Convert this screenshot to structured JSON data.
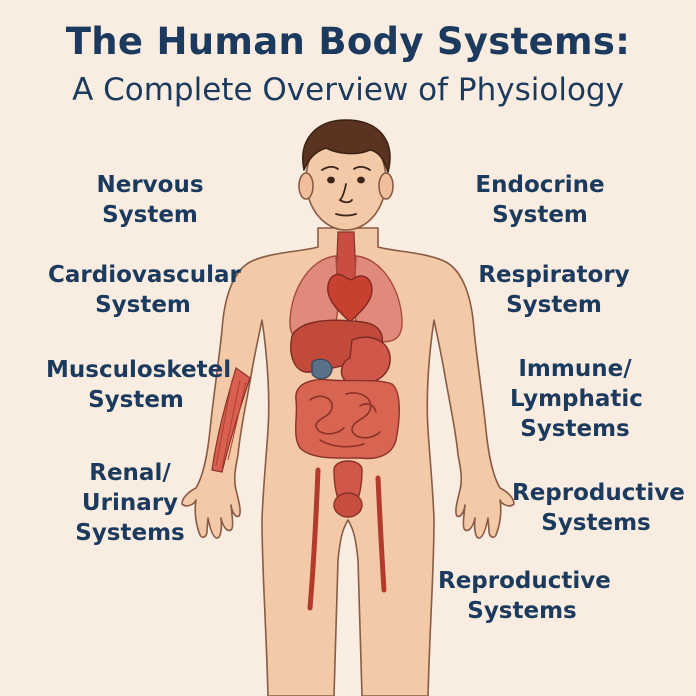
{
  "title": "The Human Body Systems:",
  "subtitle": "A Complete Overview of Physiology",
  "labels": {
    "nervous": [
      "Nervous",
      "System"
    ],
    "cardiovascular": [
      "Cardiovascular",
      "System"
    ],
    "musculoskeletal": [
      "Musculosketel",
      "System"
    ],
    "renal": [
      "Renal/",
      "Urinary",
      "Systems"
    ],
    "endocrine": [
      "Endocrine",
      "System"
    ],
    "respiratory": [
      "Respiratory",
      "System"
    ],
    "immune": [
      "Immune/",
      "Lymphatic",
      "Systems"
    ],
    "reproductive_right": [
      "Reproductive",
      "Systems"
    ],
    "reproductive_bottom": [
      "Reproductive",
      "Systems"
    ]
  },
  "colors": {
    "background": "#f8ede0",
    "text": "#1c3a5e",
    "skin": "#f3c9a8",
    "organ": "#d9604f",
    "hair": "#5a3420"
  }
}
